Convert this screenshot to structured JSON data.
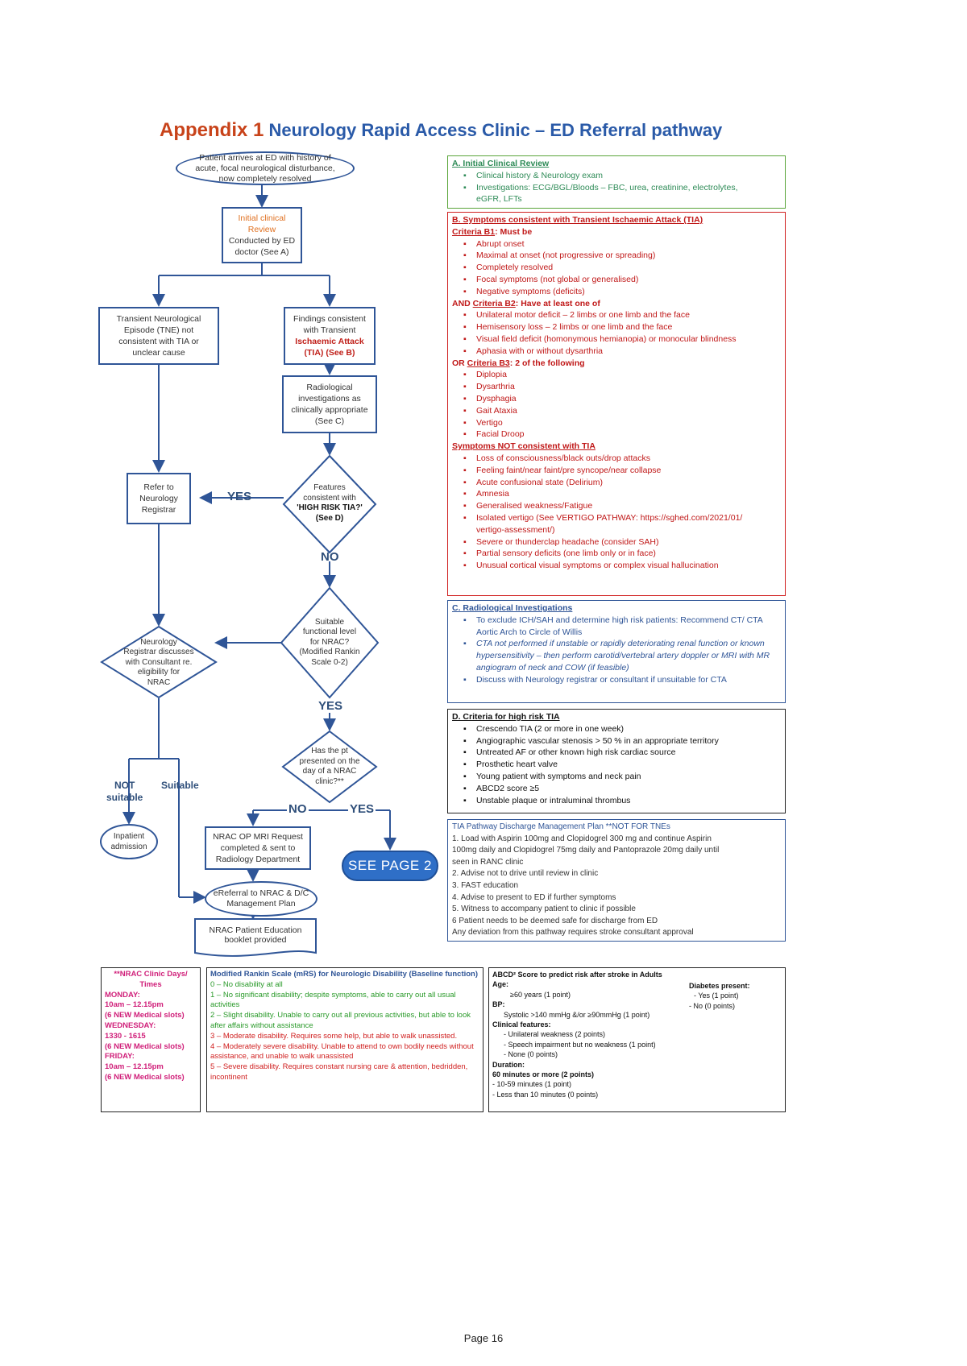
{
  "title": {
    "appendix": "Appendix 1",
    "rest": "Neurology Rapid Access Clinic – ED Referral pathway"
  },
  "flow": {
    "start": "Patient arrives at ED with history of acute, focal neurological disturbance, now completely resolved",
    "initial_review": [
      "Initial clinical",
      "Review",
      "Conducted by ED",
      "doctor (See A)"
    ],
    "tne": [
      "Transient Neurological",
      "Episode (TNE) not",
      "consistent with TIA or",
      "unclear cause"
    ],
    "findings_tia": {
      "l1": "Findings consistent",
      "l2": "with Transient",
      "l3": "Ischaemic Attack",
      "l4": "(TIA) (See B)"
    },
    "radiology": [
      "Radiological",
      "investigations as",
      "clinically appropriate",
      "(See C)"
    ],
    "high_risk_q": [
      "Features",
      "consistent with",
      "'HIGH RISK TIA?'",
      "(See D)"
    ],
    "refer_registrar": [
      "Refer to",
      "Neurology",
      "Registrar"
    ],
    "functional_q": [
      "Suitable",
      "functional level",
      "for NRAC?",
      "(Modified Rankin",
      "Scale 0-2)"
    ],
    "registrar_discuss": [
      "Neurology",
      "Registrar discusses",
      "with Consultant re.",
      "eligibility for",
      "NRAC"
    ],
    "presented_q": [
      "Has the pt",
      "presented on the",
      "day of a NRAC",
      "clinic?**"
    ],
    "mri_request": [
      "NRAC OP MRI Request",
      "completed & sent to",
      "Radiology Department"
    ],
    "see_page2": "SEE PAGE 2",
    "ereferral": [
      "eReferral to NRAC & D/C",
      "Management Plan"
    ],
    "education": [
      "NRAC Patient Education",
      "booklet provided"
    ],
    "inpatient": [
      "Inpatient",
      "admission"
    ],
    "labels": {
      "yes": "YES",
      "no": "NO",
      "not_suitable_1": "NOT",
      "not_suitable_2": "suitable",
      "suitable": "Suitable"
    }
  },
  "panel_a": {
    "heading": "A. Initial Clinical Review",
    "items": [
      "Clinical history & Neurology exam",
      "Investigations: ECG/BGL/Bloods – FBC, urea, creatinine, electrolytes,"
    ],
    "items_cont": "eGFR, LFTs"
  },
  "panel_b": {
    "heading": "B. Symptoms consistent with Transient Ischaemic Attack (TIA)",
    "b1_label": "Criteria B1",
    "b1_rest": ": Must be",
    "b1_items": [
      "Abrupt onset",
      "Maximal at onset (not progressive or spreading)",
      "Completely resolved",
      "Focal symptoms (not global or generalised)",
      "Negative symptoms (deficits)"
    ],
    "b2_prefix": "AND ",
    "b2_label": "Criteria B2",
    "b2_rest": ": Have at least one of",
    "b2_items": [
      "Unilateral motor deficit – 2 limbs or one limb and the face",
      "Hemisensory loss – 2 limbs or one limb and the face",
      "Visual field deficit (homonymous hemianopia) or monocular blindness",
      "Aphasia with or without dysarthria"
    ],
    "b3_prefix": "OR ",
    "b3_label": "Criteria B3",
    "b3_rest": ": 2 of the following",
    "b3_items": [
      "Diplopia",
      "Dysarthria",
      "Dysphagia",
      "Gait Ataxia",
      "Vertigo",
      "Facial Droop"
    ],
    "not_heading": "Symptoms NOT consistent with TIA",
    "not_items": [
      "Loss of consciousness/black outs/drop attacks",
      "Feeling faint/near faint/pre syncope/near collapse",
      "Acute confusional state (Delirium)",
      "Amnesia",
      "Generalised weakness/Fatigue",
      "Isolated vertigo (See VERTIGO PATHWAY: https://sghed.com/2021/01/"
    ],
    "not_items_cont": "vertigo-assessment/)",
    "not_items2": [
      "Severe or thunderclap headache (consider SAH)",
      "Partial sensory deficits (one limb only or in face)",
      "Unusual cortical visual symptoms or complex visual hallucination"
    ]
  },
  "panel_c": {
    "heading": "C. Radiological Investigations",
    "items": [
      "To exclude ICH/SAH and determine high risk patients: Recommend CT/ CTA Aortic Arch to Circle of Willis",
      "CTA not performed if unstable or rapidly deteriorating renal function or known hypersensitivity – then perform carotid/vertebral artery doppler or MRI with MR angiogram of neck and COW (if feasible)",
      "Discuss with Neurology registrar or consultant if unsuitable for CTA"
    ]
  },
  "panel_d": {
    "heading": "D. Criteria for high risk TIA",
    "items": [
      "Crescendo TIA (2 or more in one week)",
      "Angiographic vascular stenosis > 50 % in an appropriate territory",
      "Untreated AF or other known high risk cardiac source",
      "Prosthetic heart valve",
      "Young patient with symptoms and neck pain",
      "ABCD2 score ≥5",
      "Unstable plaque or intraluminal thrombus"
    ]
  },
  "panel_e": {
    "heading": "TIA Pathway Discharge Management Plan **NOT FOR TNEs",
    "items": [
      "1. Load with Aspirin 100mg and Clopidogrel 300 mg and continue Aspirin",
      "100mg daily and Clopidogrel 75mg daily and Pantoprazole 20mg daily until",
      "seen in RANC clinic",
      "2. Advise not to drive until review in clinic",
      "3. FAST education",
      "4. Advise to present to ED if further symptoms",
      "5. Witness to accompany patient to clinic if possible",
      "6 Patient needs to be deemed safe for discharge from ED",
      "Any deviation from this pathway requires stroke consultant approval"
    ]
  },
  "clinic_days": {
    "heading": "**NRAC Clinic Days/ Times",
    "lines": [
      "MONDAY:",
      "10am – 12.15pm",
      "(6 NEW Medical slots)",
      "WEDNESDAY:",
      "1330 - 1615",
      "(6 NEW Medical slots)",
      "FRIDAY:",
      "10am – 12.15pm",
      "(6 NEW Medical slots)"
    ]
  },
  "mrs": {
    "heading": "Modified Rankin Scale (mRS) for Neurologic Disability (Baseline function)",
    "green": [
      "0 – No disability at all",
      "1 – No significant disability; despite symptoms, able to carry out all usual activities",
      "2 – Slight disability. Unable to carry out all previous activities, but able to look after affairs without assistance"
    ],
    "red": [
      "3 – Moderate disability. Requires some help, but able to walk unassisted.",
      "4 – Moderately severe disability. Unable to attend to own bodily needs without assistance, and unable to walk unassisted",
      "5 – Severe disability. Requires constant nursing care & attention, bedridden, incontinent"
    ]
  },
  "abcd": {
    "heading": "ABCD² Score to predict risk after stroke in Adults",
    "age_h": "Age:",
    "age_1": "≥60 years (1 point)",
    "bp_h": "BP:",
    "bp_1": "Systolic >140 mmHg &/or ≥90mmHg (1 point)",
    "clin_h": "Clinical features:",
    "clin_1": "- Unilateral weakness (2 points)",
    "clin_2": "- Speech impairment but no weakness (1 point)",
    "clin_3": "- None (0 points)",
    "dur_h": "Duration:",
    "dur_1": "60 minutes or more (2 points)",
    "dur_2": "- 10-59 minutes (1 point)",
    "dur_3": "- Less than 10 minutes (0 points)",
    "diab_h": "Diabetes present:",
    "diab_1": "- Yes (1 point)",
    "diab_2": "- No (0 points)"
  },
  "footer": "Page 16"
}
